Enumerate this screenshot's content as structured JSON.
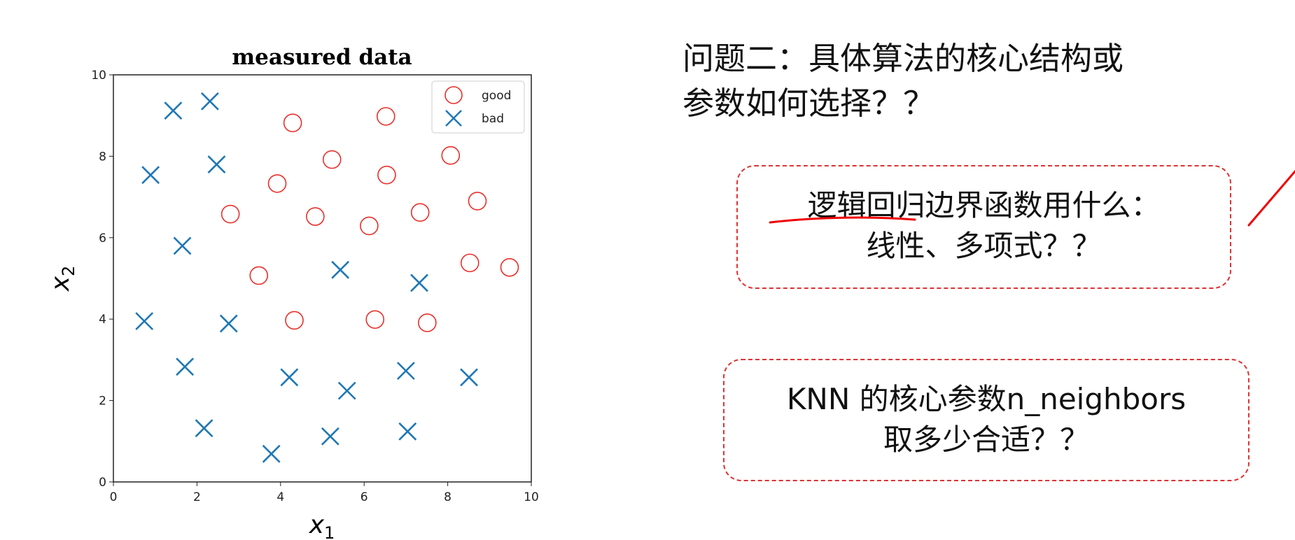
{
  "chart_data": {
    "type": "scatter",
    "title": "measured data",
    "xlabel": "x1",
    "ylabel": "x2",
    "xlim": [
      0,
      10
    ],
    "ylim": [
      0,
      10
    ],
    "xticks": [
      "0",
      "2",
      "4",
      "6",
      "8",
      "10"
    ],
    "yticks": [
      "0",
      "2",
      "4",
      "6",
      "8",
      "10"
    ],
    "legend_position": "top-right",
    "series": [
      {
        "name": "good",
        "marker": "circle",
        "color": "#e8302a",
        "points": [
          [
            4.29,
            8.82
          ],
          [
            6.52,
            8.98
          ],
          [
            5.23,
            7.92
          ],
          [
            8.07,
            8.02
          ],
          [
            3.92,
            7.33
          ],
          [
            6.54,
            7.54
          ],
          [
            2.8,
            6.58
          ],
          [
            4.83,
            6.52
          ],
          [
            6.12,
            6.29
          ],
          [
            7.34,
            6.62
          ],
          [
            8.71,
            6.9
          ],
          [
            3.48,
            5.07
          ],
          [
            8.53,
            5.38
          ],
          [
            9.48,
            5.27
          ],
          [
            4.33,
            3.97
          ],
          [
            6.26,
            3.99
          ],
          [
            7.51,
            3.91
          ]
        ]
      },
      {
        "name": "bad",
        "marker": "x",
        "color": "#1f77b4",
        "points": [
          [
            1.43,
            9.12
          ],
          [
            2.31,
            9.35
          ],
          [
            0.89,
            7.54
          ],
          [
            2.47,
            7.8
          ],
          [
            1.65,
            5.8
          ],
          [
            5.43,
            5.21
          ],
          [
            7.32,
            4.89
          ],
          [
            0.74,
            3.95
          ],
          [
            2.76,
            3.89
          ],
          [
            1.71,
            2.83
          ],
          [
            4.21,
            2.57
          ],
          [
            7.0,
            2.73
          ],
          [
            5.59,
            2.24
          ],
          [
            8.51,
            2.57
          ],
          [
            2.17,
            1.32
          ],
          [
            5.19,
            1.12
          ],
          [
            7.04,
            1.24
          ],
          [
            3.78,
            0.69
          ]
        ]
      }
    ]
  },
  "slide": {
    "question_line1": "问题二：具体算法的核心结构或",
    "question_line2": "参数如何选择？？",
    "box1_underlined": "逻辑回归",
    "box1_line1_rest": "边界函数用什么：",
    "box1_line2": "线性、多项式？？",
    "box2_line1": "KNN 的核心参数n_neighbors",
    "box2_line2": "取多少合适？？"
  }
}
